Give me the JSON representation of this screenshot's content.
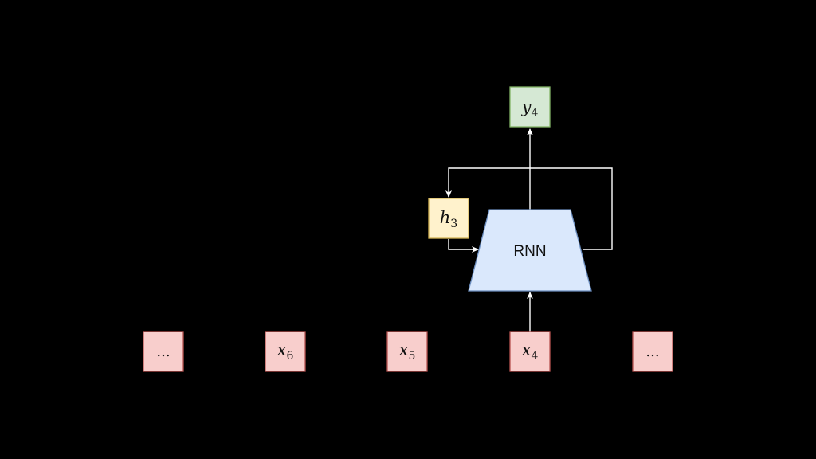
{
  "colors": {
    "background": "#000000",
    "input_fill": "#f8cecc",
    "input_stroke": "#b85450",
    "hidden_fill": "#fff2cc",
    "hidden_stroke": "#d6b656",
    "output_fill": "#d5e8d4",
    "output_stroke": "#82b366",
    "rnn_fill": "#dae8fc",
    "rnn_stroke": "#6c8ebf",
    "edge": "#ffffff"
  },
  "rnn": {
    "label": "RNN"
  },
  "output": {
    "var": "y",
    "sub": "4"
  },
  "hidden": {
    "var": "h",
    "sub": "3"
  },
  "inputs": [
    {
      "dots": "..."
    },
    {
      "var": "x",
      "sub": "6"
    },
    {
      "var": "x",
      "sub": "5"
    },
    {
      "var": "x",
      "sub": "4"
    },
    {
      "dots": "..."
    }
  ]
}
